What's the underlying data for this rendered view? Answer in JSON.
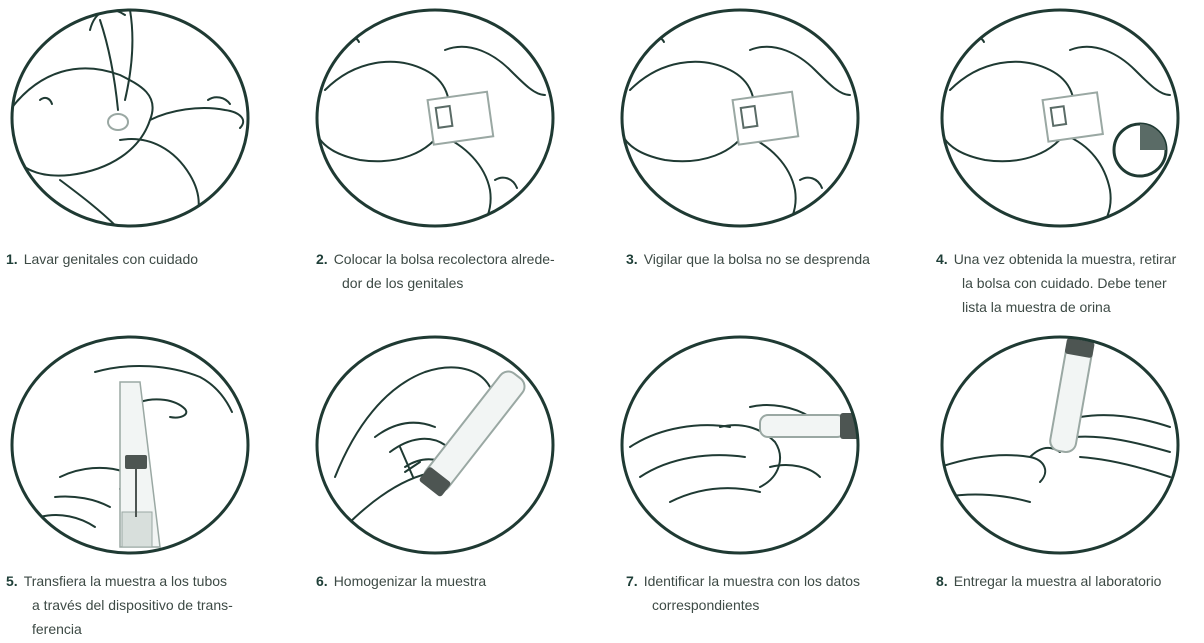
{
  "steps": [
    {
      "number": "1.",
      "lines": [
        "Lavar genitales con cuidado"
      ]
    },
    {
      "number": "2.",
      "lines": [
        "Colocar la bolsa recolectora alrede-",
        "dor de los genitales"
      ]
    },
    {
      "number": "3.",
      "lines": [
        "Vigilar que la bolsa no se desprenda"
      ]
    },
    {
      "number": "4.",
      "lines": [
        "Una vez obtenida la muestra, retirar",
        "la bolsa con cuidado. Debe tener",
        "lista la muestra de orina"
      ]
    },
    {
      "number": "5.",
      "lines": [
        "Transfiera la muestra a los tubos",
        "a través del dispositivo de trans-",
        "ferencia"
      ]
    },
    {
      "number": "6.",
      "lines": [
        "Homogenizar la muestra"
      ]
    },
    {
      "number": "7.",
      "lines": [
        "Identificar la muestra con los datos",
        "correspondientes"
      ]
    },
    {
      "number": "8.",
      "lines": [
        "Entregar la muestra al laboratorio"
      ]
    }
  ],
  "colors": {
    "outline": "#1f3a33",
    "accent": "#5a6b66",
    "bag": "#9aa8a3",
    "cap": "#4d5552"
  }
}
